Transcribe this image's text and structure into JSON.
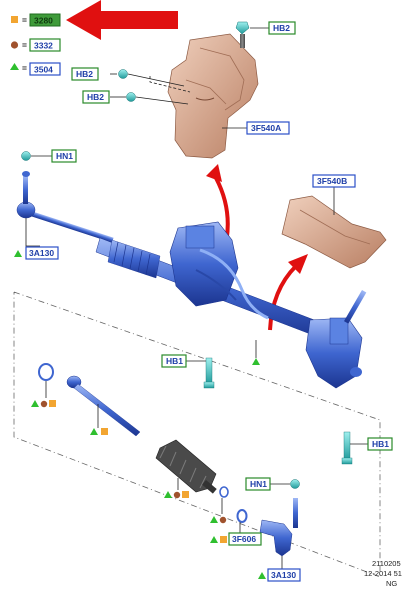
{
  "legend": [
    {
      "symbol": "orange-square",
      "code": "3280"
    },
    {
      "symbol": "brown-circle",
      "code": "3332"
    },
    {
      "symbol": "green-triangle",
      "code": "3504"
    }
  ],
  "callouts": {
    "hb2_top": "HB2",
    "hb2_left_a": "HB2",
    "hb2_left_b": "HB2",
    "heat_shield_a": "3F540A",
    "heat_shield_b": "3F540B",
    "hn1_left": "HN1",
    "tie_rod_end_left": "3A130",
    "hb1_center": "HB1",
    "hb1_right": "HB1",
    "hn1_right": "HN1",
    "boot_clamp": "3F606",
    "tie_rod_end_right": "3A130"
  },
  "footer": {
    "line1": "2110205",
    "line2": "12-2014 51",
    "line3": "NG"
  },
  "colors": {
    "legend_orange": "#f2a531",
    "legend_brown": "#a0522d",
    "legend_green": "#2fbf2f",
    "arrow_red": "#e01010",
    "part_blue": "#4a73d6",
    "shield_tan": "#d9a98e",
    "fastener_cyan": "#2ab5b5"
  }
}
